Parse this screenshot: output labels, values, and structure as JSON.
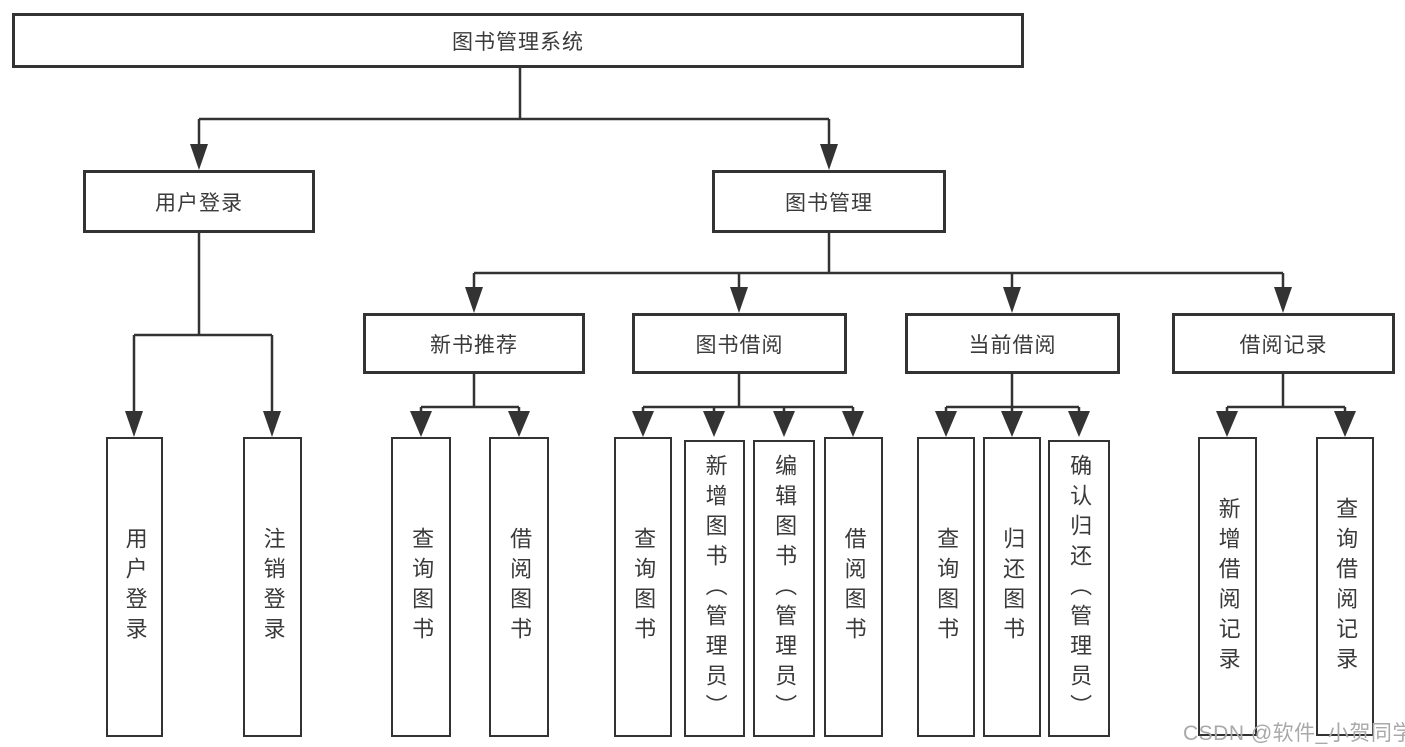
{
  "background": "#ffffff",
  "colors": {
    "line": "#333333",
    "box_border": "#333333",
    "text": "#3a3a3a",
    "watermark": "#a9a9a9"
  },
  "watermark": "CSDN @软件_小贺同学",
  "tree": {
    "label": "图书管理系统",
    "children": [
      {
        "label": "用户登录",
        "children": [
          {
            "label": "用户登录"
          },
          {
            "label": "注销登录"
          }
        ]
      },
      {
        "label": "图书管理",
        "children": [
          {
            "label": "新书推荐",
            "children": [
              {
                "label": "查询图书"
              },
              {
                "label": "借阅图书"
              }
            ]
          },
          {
            "label": "图书借阅",
            "children": [
              {
                "label": "查询图书"
              },
              {
                "label": "新增图书（管理员）"
              },
              {
                "label": "编辑图书（管理员）"
              },
              {
                "label": "借阅图书"
              }
            ]
          },
          {
            "label": "当前借阅",
            "children": [
              {
                "label": "查询图书"
              },
              {
                "label": "归还图书"
              },
              {
                "label": "确认归还（管理员）"
              }
            ]
          },
          {
            "label": "借阅记录",
            "children": [
              {
                "label": "新增借阅记录"
              },
              {
                "label": "查询借阅记录"
              }
            ]
          }
        ]
      }
    ]
  }
}
